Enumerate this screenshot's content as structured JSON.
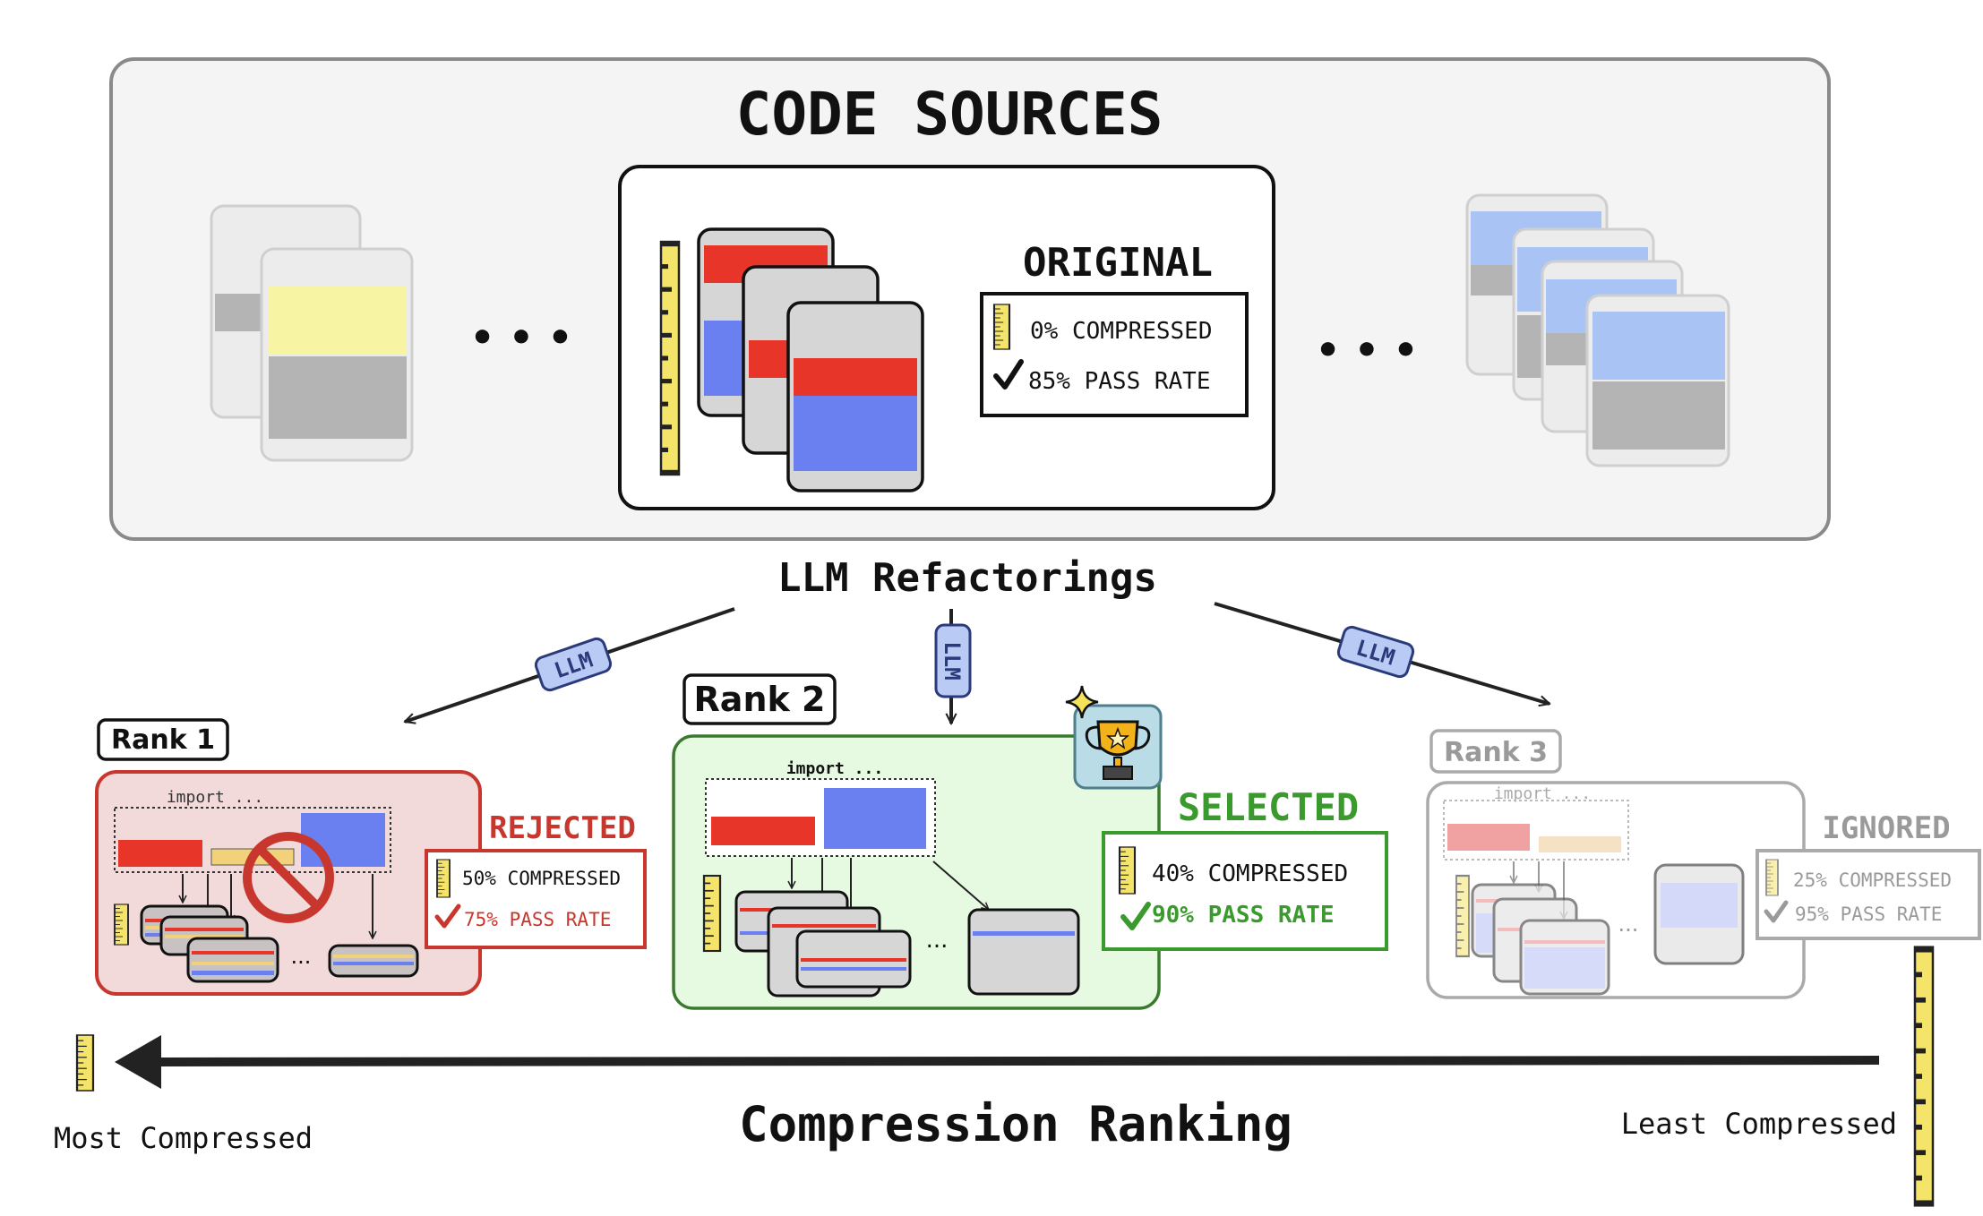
{
  "top_panel": {
    "title": "CODE SOURCES",
    "ellipsis_left": "• • •",
    "ellipsis_right": "• • •",
    "original": {
      "label": "ORIGINAL",
      "compressed": "0% COMPRESSED",
      "pass_rate": "85% PASS RATE"
    }
  },
  "refactor_label": "LLM Refactorings",
  "llm_badge": "LLM",
  "rank1": {
    "tag": "Rank 1",
    "import": "import ...",
    "status": "REJECTED",
    "compressed": "50% COMPRESSED",
    "pass_rate": "75% PASS RATE",
    "ellipsis": "..."
  },
  "rank2": {
    "tag": "Rank 2",
    "import": "import ...",
    "status": "SELECTED",
    "compressed": "40% COMPRESSED",
    "pass_rate": "90% PASS RATE",
    "ellipsis": "..."
  },
  "rank3": {
    "tag": "Rank 3",
    "import": "import ...",
    "status": "IGNORED",
    "compressed": "25% COMPRESSED",
    "pass_rate": "95% PASS RATE",
    "ellipsis": "..."
  },
  "axis": {
    "title": "Compression Ranking",
    "left": "Most Compressed",
    "right": "Least Compressed"
  },
  "icons": {
    "ruler": "ruler-icon",
    "check": "check-icon",
    "trophy": "trophy-icon",
    "sparkle": "sparkle-icon",
    "prohibited": "prohibited-icon"
  },
  "colors": {
    "red": "#e8352a",
    "blue": "#6a7ff0",
    "yellow_ruler": "#f4e46a",
    "rejected": "#c8372e",
    "selected": "#3b9a2e",
    "ignored": "#9a9a9a",
    "llm_badge": "#b9cbf5"
  }
}
